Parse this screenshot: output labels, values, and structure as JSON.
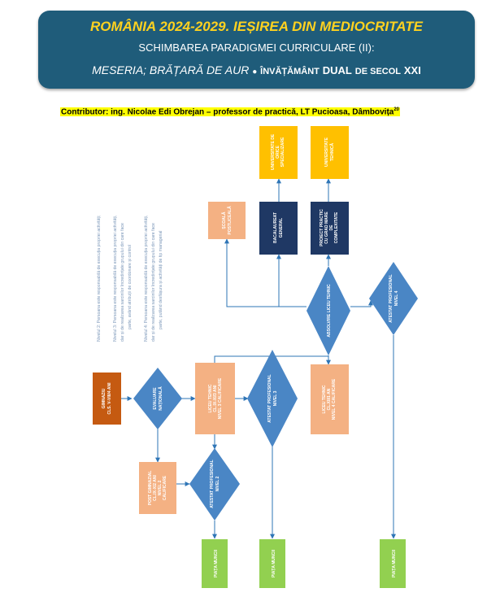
{
  "header": {
    "title": "ROMÂNIA 2024-2029. IEȘIREA DIN MEDIOCRITATE",
    "subtitle": "SCHIMBAREA PARADIGMEI CURRICULARE (II):",
    "line3_main": "MESERIA; BRĂȚARĂ DE AUR",
    "line3_bullet": "●",
    "line3_a": "ÎNVĂȚĂMÂNT",
    "line3_b": "DUAL",
    "line3_c": "DE SECOL",
    "line3_d": "XXI"
  },
  "contributor": {
    "text": "Contributor:  ing. Nicolae Edi Obrejan – professor de practică, LT Pucioasa, Dâmbovița",
    "footnote": "20"
  },
  "notes": [
    "Nivelul 2: Persoana este responsabilă de execuția propriei activități;",
    "Nivelul 3: Persoana este responsabilă de execuția propriei activități,",
    "dar și de realizarea sarcinilor încredințate grupului din care face",
    "parte, având atribuții de coordonare și control",
    "Nivelul 4: Persoana este responsabilă de execuția propriei activități,",
    "dar și de realizarea sarcinilor încredințate grupului din care face",
    "parte, putând desfășura și activități de tip managerial"
  ],
  "nodes": {
    "gimnaziu": [
      "GIMNAZIU",
      "CLS. V-VIII/4 ANI"
    ],
    "evaluare": [
      "EVALUARE",
      "NAȚIONALĂ"
    ],
    "liceu_cl9_11": [
      "LICEU TEHNIC",
      "CL.IX-XI/3 ANI",
      "NIVEL 3 CALIFICARE"
    ],
    "post_gimnazial": [
      "POST GIMNAZIAL",
      "CL.IX-X/2 ANI",
      "NIVEL 2",
      "CALIFICARE"
    ],
    "atestat2": [
      "ATESTAT PROFESIONAL",
      "NIVEL 2"
    ],
    "atestat3": [
      "ATESTAT PROFESIONAL",
      "NIVEL 3"
    ],
    "liceu_cl12": [
      "LICEU TEHNIC",
      "CL.XII/1 AN",
      "NIVEL 4 CALIFICARE"
    ],
    "absolvire": [
      "ABSOLVIRE LICEU TEHNIC"
    ],
    "atestat4": [
      "ATESTAT PROFESIONAL",
      "NIVEL 4"
    ],
    "scoala_postliceala": [
      "ȘCOALĂ",
      "POSTLICEALĂ"
    ],
    "bacalaureat": [
      "BACALAUREAT",
      "GENERAL"
    ],
    "proiect": [
      "PROIECT PRACTIC",
      "CU GRAD MARE",
      "DE",
      "COMPLEXITATE"
    ],
    "universitate_orice": [
      "UNIVERSITATE DE",
      "ORICE",
      "SPECIALIZARE"
    ],
    "universitate_tehnica": [
      "UNIVERSITATE",
      "TEHNICĂ"
    ],
    "piata1": [
      "PIAȚA MUNCII"
    ],
    "piata2": [
      "PIAȚA MUNCII"
    ],
    "piata3": [
      "PIAȚA MUNCII"
    ]
  },
  "colors": {
    "banner": "#1f5c7a",
    "banner_title": "#ffd21f",
    "diamond": "#4a86c5",
    "salmon": "#f4b183",
    "gimnaziu": "#c55a11",
    "navy": "#1f3864",
    "gold": "#ffc000",
    "green": "#92d050",
    "arrow": "#2e75b6"
  }
}
